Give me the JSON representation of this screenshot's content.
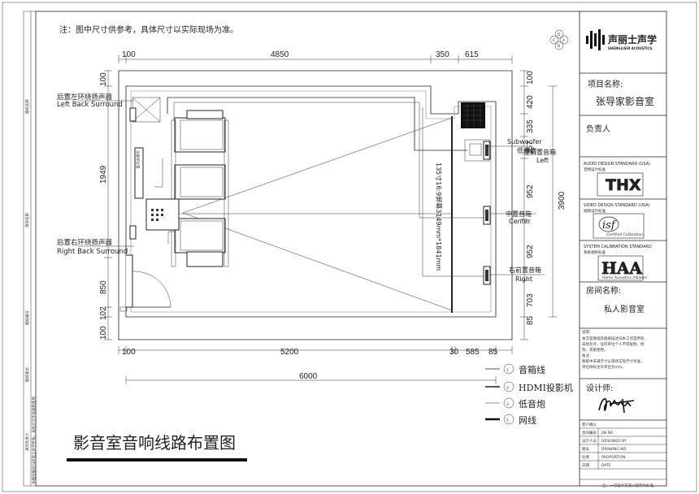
{
  "note": "注：图中尺寸供参考，具体尺寸以实际现场为准。",
  "title": "影音室音响线路布置图",
  "brand": {
    "name_cn": "声丽士声学",
    "name_en": "SHENGLISHI ACOUSTICS"
  },
  "title_block": {
    "project_label": "项目名称:",
    "project_value": "张导家影音室",
    "manager_label": "负责人",
    "audio_std": "AUDIO DESIGN STANDARD (USA)",
    "audio_std_cn": "音频设计标准",
    "thx_logo": "THX",
    "video_std": "VIDEO DESIGN STANDARD (USA)",
    "video_std_cn": "视频设计标准",
    "isf_logo": "isf",
    "isf_sub": "Certified Calibration",
    "cal_std": "SYSTEM CALIBRATION STANDARD",
    "cal_std_cn": "系统调校标准",
    "haa_logo": "HAA",
    "haa_sub": "Home Acoustics Alliance",
    "room_label": "房间名称:",
    "room_value": "私人影音室",
    "notes_label": "说明：",
    "notes_lines": [
      "本方案图纸及图纸描述归本工作室所有,",
      "未经允许，任何单位个人不得复制，修",
      "改，或者使用。",
      "备注：",
      "图纸中未满尺寸以现场实际尺寸为准，",
      "单位除标注外单位为mm。"
    ],
    "designer_label": "设计师:",
    "client_sign": "客户确认",
    "rows": [
      {
        "label": "合同编号",
        "value": "JIN NO"
      },
      {
        "label": "设计人员",
        "value": "DESIGNED BY"
      },
      {
        "label": "图号",
        "value": "DRAWING NO"
      },
      {
        "label": "比例",
        "value": "PROPORTION"
      },
      {
        "label": "日期",
        "value": "DATE"
      }
    ],
    "footer": "注：一切设计方案以现场为标准。"
  },
  "labels": {
    "rear_left_cn": "后置左环绕扬声器",
    "rear_left_en": "Left Back Surround",
    "rear_right_cn": "后置右环绕扬声器",
    "rear_right_en": "Right Back Surround",
    "sub_en": "Subwoofer",
    "sub_cn": "低音炮",
    "front_left_cn": "左前置音箱",
    "front_left_en": "Left",
    "center_cn": "中置音箱",
    "center_en": "Center",
    "front_right_cn": "右前置音箱",
    "front_right_en": "Right",
    "screen": "135寸16:9屏幕3149mm*1841mm",
    "rack": "设备柜位置"
  },
  "dims": {
    "top": [
      "100",
      "4850",
      "350",
      "615"
    ],
    "bottom": [
      "100",
      "5200",
      "30",
      "585",
      "85"
    ],
    "bottom_total": "6000",
    "left": [
      "100",
      "1949",
      "850",
      "102",
      "100"
    ],
    "right": [
      "100",
      "420",
      "335",
      "357",
      "952",
      "952",
      "703",
      "85"
    ],
    "right_total": "3900"
  },
  "legend": [
    {
      "num": "1",
      "label": "音箱线"
    },
    {
      "num": "2",
      "label": "HDMI投影机"
    },
    {
      "num": "3",
      "label": "低音炮"
    },
    {
      "num": "5",
      "label": "网线"
    }
  ],
  "margin_stamps": [
    "图纸名称",
    "项目名称",
    "图纸编号",
    "图纸版本",
    "项目负责人"
  ],
  "margin_bottom": "本图纸版权归声丽士声学所有，未经许可不得复制使用"
}
